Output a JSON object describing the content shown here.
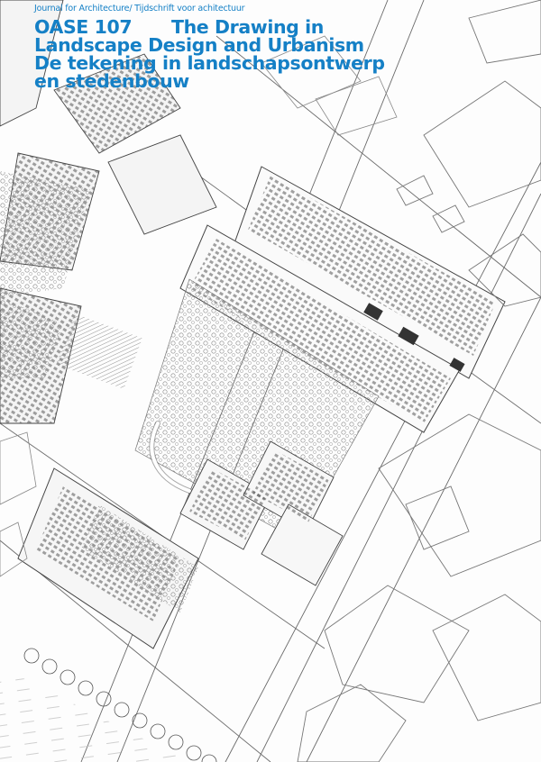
{
  "cover": {
    "accent_color": "#1580c6",
    "subtitle": "Journal for Architecture/ Tijdschrift voor achitectuur",
    "issue": "OASE 107",
    "title_lines": [
      "The Drawing in",
      "Landscape Design and Urbanism",
      "De tekening in landschapsontwerp",
      "en stedenbouw"
    ],
    "image": {
      "description": "axonometric line drawing of an urban block with courtyard gardens, trees, streets and water",
      "icon": "city-drawing-illustration"
    }
  }
}
